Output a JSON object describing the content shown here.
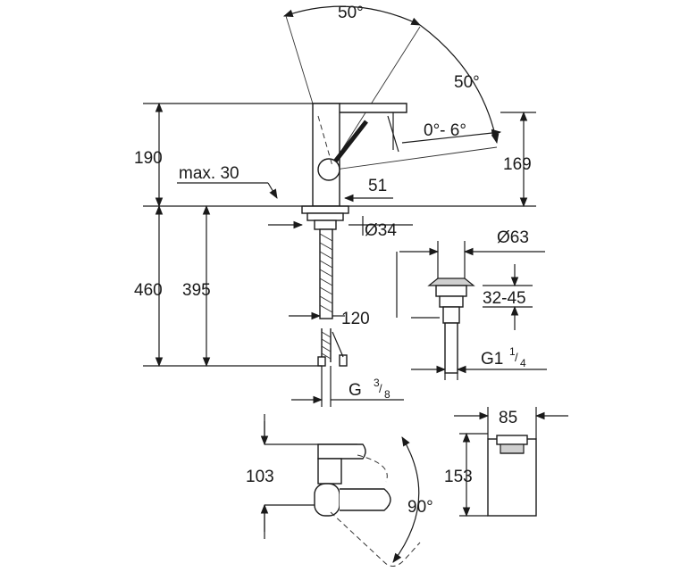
{
  "angles": {
    "lever_top_swing": "50°",
    "lever_side_swing": "50°",
    "spout_tilt": "0°- 6°",
    "spout_swivel": "90°"
  },
  "dimensions": {
    "height_190": "190",
    "max_30": "max. 30",
    "height_169": "169",
    "reach_51": "51",
    "dia_34": "Ø34",
    "dia_63": "Ø63",
    "height_460": "460",
    "height_395": "395",
    "range_32_45": "32-45",
    "hose_120": "120",
    "thread_g1_base": "G1",
    "thread_g1_num": "1",
    "thread_g1_den": "4",
    "thread_g38_base": "G",
    "thread_g38_num": "3",
    "thread_g38_den": "8",
    "width_103": "103",
    "width_85": "85",
    "height_153": "153"
  }
}
